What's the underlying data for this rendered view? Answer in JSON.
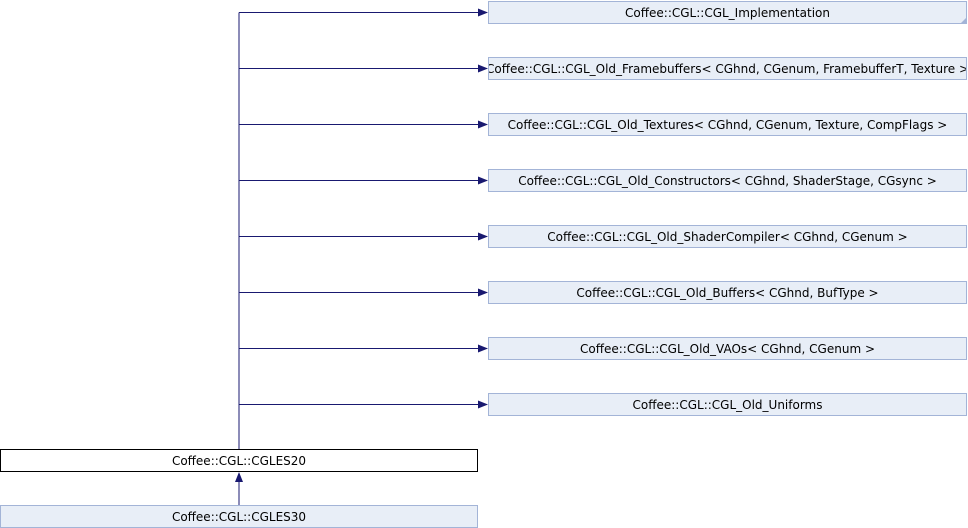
{
  "diagram": {
    "base_classes": [
      {
        "label": "Coffee::CGL::CGL_Implementation"
      },
      {
        "label": "Coffee::CGL::CGL_Old_Framebuffers< CGhnd, CGenum, FramebufferT, Texture >"
      },
      {
        "label": "Coffee::CGL::CGL_Old_Textures< CGhnd, CGenum, Texture, CompFlags >"
      },
      {
        "label": "Coffee::CGL::CGL_Old_Constructors< CGhnd, ShaderStage, CGsync >"
      },
      {
        "label": "Coffee::CGL::CGL_Old_ShaderCompiler< CGhnd, CGenum >"
      },
      {
        "label": "Coffee::CGL::CGL_Old_Buffers< CGhnd, BufType >"
      },
      {
        "label": "Coffee::CGL::CGL_Old_VAOs< CGhnd, CGenum >"
      },
      {
        "label": "Coffee::CGL::CGL_Old_Uniforms"
      }
    ],
    "current_class": {
      "label": "Coffee::CGL::CGLES20"
    },
    "derived_class": {
      "label": "Coffee::CGL::CGLES30"
    },
    "colors": {
      "node_fill": "#e8eef7",
      "node_border": "#a3b4d7",
      "edge": "#191970",
      "current_border": "#000000"
    }
  }
}
